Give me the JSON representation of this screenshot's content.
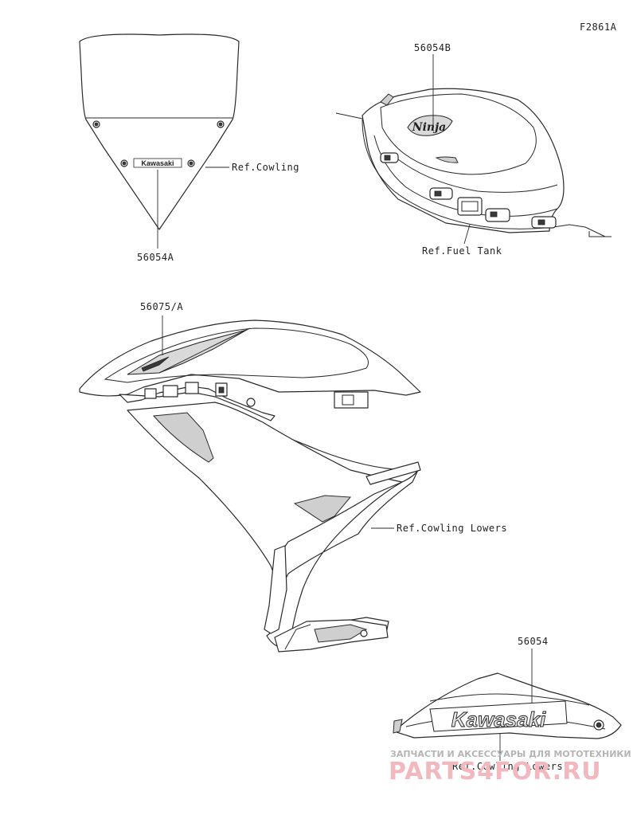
{
  "figure_code": "F2861A",
  "parts": {
    "windshield_decal": "56054A",
    "fuel_tank_decal": "56054B",
    "side_cowling_decal": "56075/A",
    "lower_cowling_decal": "56054"
  },
  "references": {
    "cowling": "Ref.Cowling",
    "fuel_tank": "Ref.Fuel Tank",
    "cowling_lowers_mid": "Ref.Cowling Lowers",
    "cowling_lowers_bottom": "Ref.Cowling Lowers"
  },
  "decal_text": {
    "windshield_logo": "Kawasaki",
    "tank_logo": "Ninja",
    "lower_logo": "Kawasaki"
  },
  "watermark": {
    "line1": "ЗАПЧАСТИ И АКСЕССУАРЫ ДЛЯ МОТОТЕХНИКИ",
    "line2": "PARTS4FOR.RU"
  },
  "colors": {
    "line": "#2a2a2a",
    "watermark_red": "#f2b8bf",
    "watermark_grey": "#b5b5b5"
  }
}
